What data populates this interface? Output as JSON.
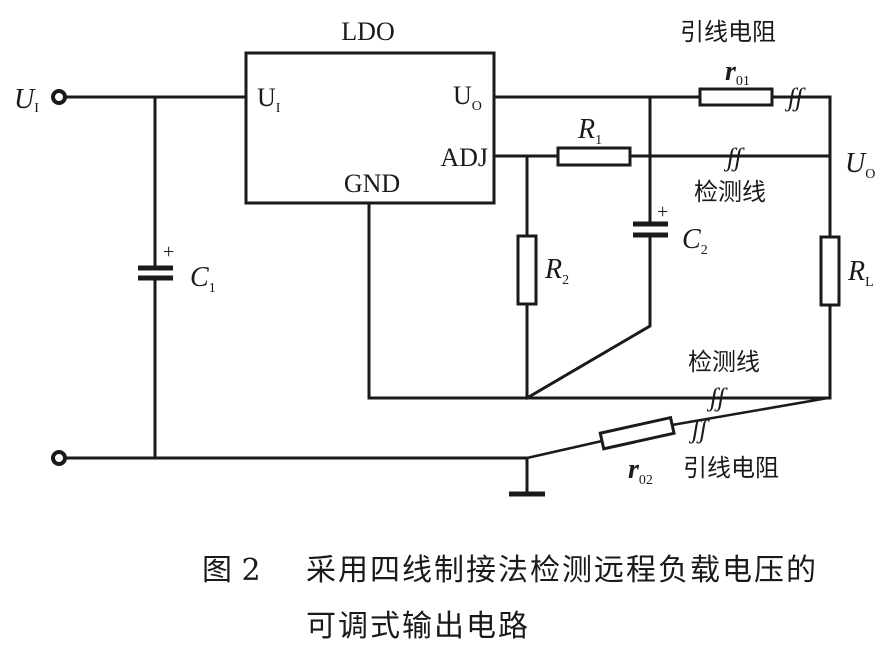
{
  "diagram": {
    "ldo_title": "LDO",
    "ldo_pins": {
      "ui": "U",
      "ui_sub": "I",
      "uo": "U",
      "uo_sub": "O",
      "adj": "ADJ",
      "gnd": "GND"
    },
    "input_label": "U",
    "input_label_sub": "I",
    "output_label": "U",
    "output_label_sub": "O",
    "components": {
      "c1": "C",
      "c1_sub": "1",
      "c2": "C",
      "c2_sub": "2",
      "r1": "R",
      "r1_sub": "1",
      "r2": "R",
      "r2_sub": "2",
      "rl": "R",
      "rl_sub": "L",
      "r01": "r",
      "r01_sub": "01",
      "r02": "r",
      "r02_sub": "02",
      "plus": "+"
    },
    "annotations": {
      "lead_resistance_top": "引线电阻",
      "sense_line_top": "检测线",
      "sense_line_bottom": "检测线",
      "lead_resistance_bottom": "引线电阻"
    }
  },
  "caption": {
    "figure_number": "图 2",
    "line1": "采用四线制接法检测远程负载电压的",
    "line2": "可调式输出电路"
  }
}
